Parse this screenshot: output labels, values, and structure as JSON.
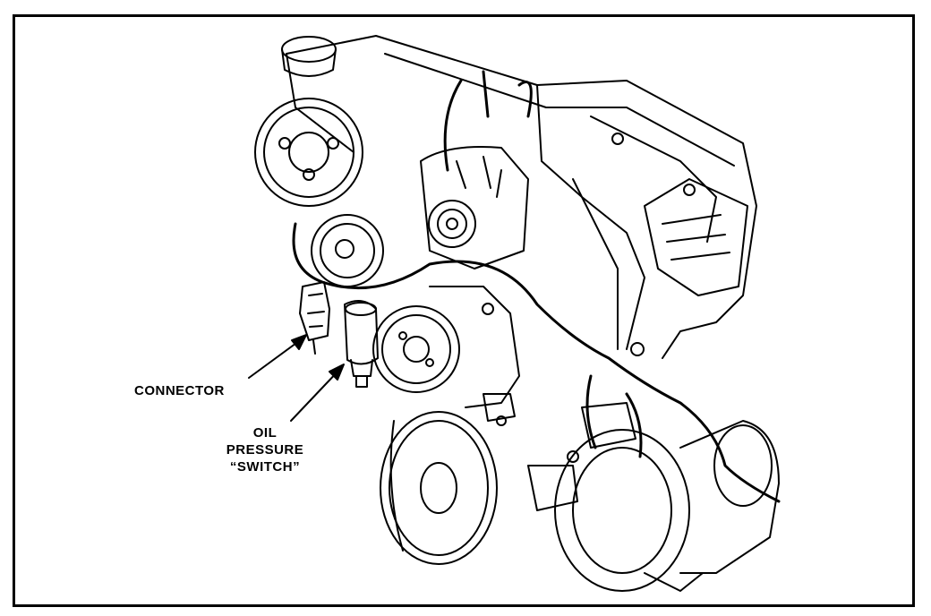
{
  "labels": {
    "connector": "CONNECTOR",
    "oil_pressure_switch": [
      "OIL",
      "PRESSURE",
      "“SWITCH”"
    ]
  },
  "colors": {
    "line": "#000000",
    "background": "#ffffff"
  }
}
